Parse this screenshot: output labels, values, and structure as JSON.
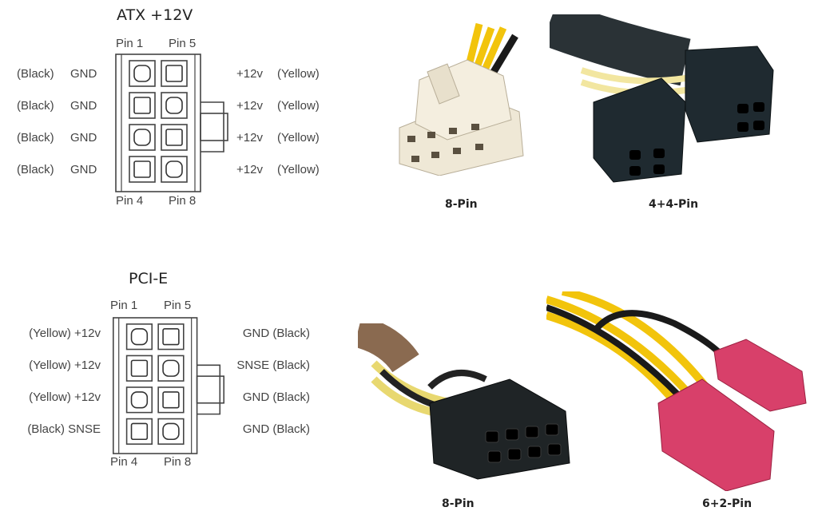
{
  "atx": {
    "title": "ATX +12V",
    "pin_top_left": "Pin 1",
    "pin_top_right": "Pin 5",
    "pin_bottom_left": "Pin 4",
    "pin_bottom_right": "Pin 8",
    "left_rows": [
      {
        "color": "(Black)",
        "signal": "GND"
      },
      {
        "color": "(Black)",
        "signal": "GND"
      },
      {
        "color": "(Black)",
        "signal": "GND"
      },
      {
        "color": "(Black)",
        "signal": "GND"
      }
    ],
    "right_rows": [
      {
        "signal": "+12v",
        "color": "(Yellow)"
      },
      {
        "signal": "+12v",
        "color": "(Yellow)"
      },
      {
        "signal": "+12v",
        "color": "(Yellow)"
      },
      {
        "signal": "+12v",
        "color": "(Yellow)"
      }
    ]
  },
  "pcie": {
    "title": "PCI-E",
    "pin_top_left": "Pin 1",
    "pin_top_right": "Pin 5",
    "pin_bottom_left": "Pin 4",
    "pin_bottom_right": "Pin 8",
    "left_rows": [
      "(Yellow) +12v",
      "(Yellow) +12v",
      "(Yellow) +12v",
      "(Black) SNSE"
    ],
    "right_rows": [
      "GND (Black)",
      "SNSE (Black)",
      "GND (Black)",
      "GND (Black)"
    ]
  },
  "photos": {
    "atx_8pin": "8-Pin",
    "atx_4plus4": "4+4-Pin",
    "pcie_8pin": "8-Pin",
    "pcie_6plus2": "6+2-Pin"
  },
  "colors": {
    "yellow_wire": "#f2c40c",
    "black_wire": "#1a1a1a",
    "white_plug": "#efe8d6",
    "black_plug": "#1f2a30",
    "red_plug": "#d8406a"
  }
}
